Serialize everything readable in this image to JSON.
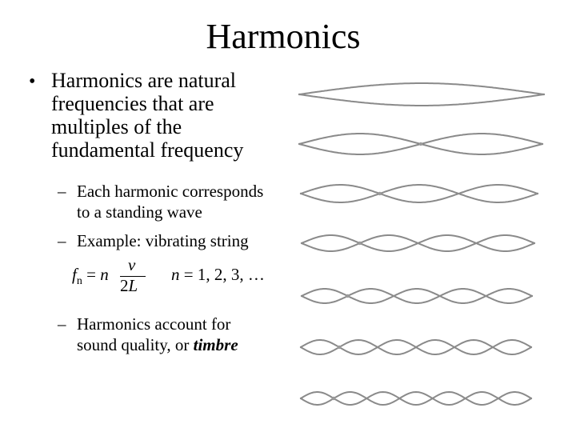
{
  "slide": {
    "title": "Harmonics",
    "bullet_symbol": "•",
    "bullet_lines": [
      "Harmonics are natural",
      "frequencies that are",
      "multiples of the",
      "fundamental frequency"
    ],
    "dash_symbol": "–",
    "sub1_lines": [
      "Each harmonic corresponds",
      "to a standing wave"
    ],
    "sub2_text": "Example: vibrating string",
    "formula": {
      "f": "f",
      "f_sub": "n",
      "equals": " = ",
      "n": "n",
      "numerator": "v",
      "denominator_num": "2",
      "denominator_var": "L",
      "range_var": "n",
      "range_text": " = 1, 2, 3, …"
    },
    "sub3_lines": [
      "Harmonics account for"
    ],
    "sub3_line2_prefix": "sound quality, or ",
    "sub3_line2_emphasis": "timbre"
  },
  "waves": {
    "harmonic_numbers": [
      1,
      2,
      3,
      4,
      5,
      6,
      7
    ],
    "stroke_color": "#8a8a8a",
    "node_color": "#9a9a9a"
  }
}
